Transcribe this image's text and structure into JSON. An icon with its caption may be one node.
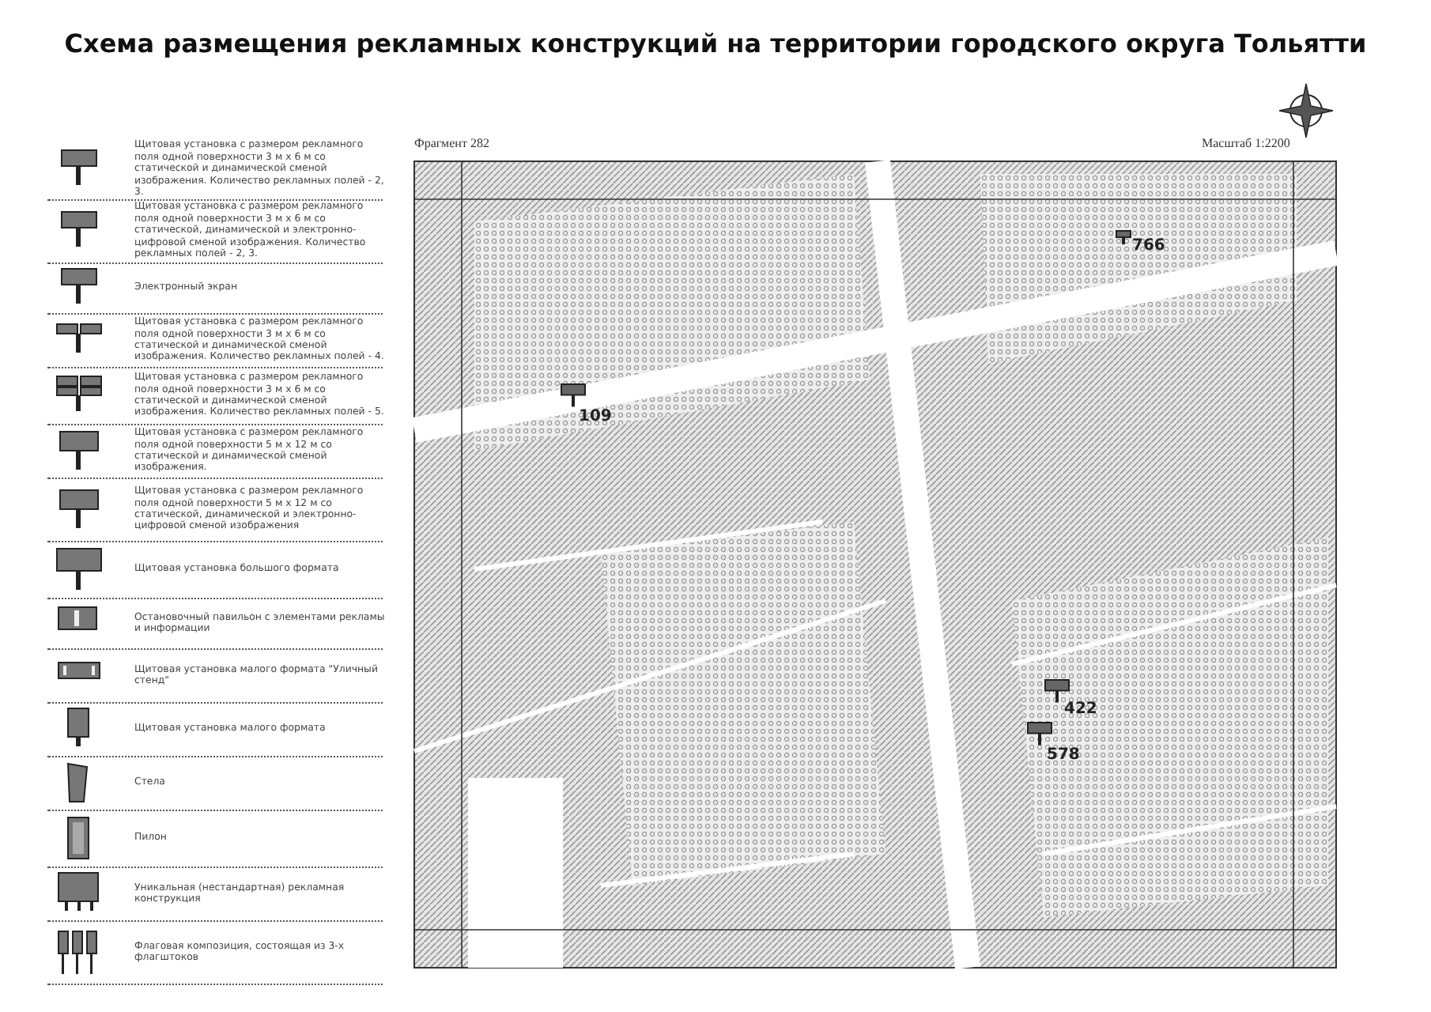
{
  "diagram": {
    "title": "Схема размещения рекламных конструкций на территории городского округа Тольятти",
    "labels": [
      "Фрагмент 282",
      "Масштаб 1:2200",
      "766",
      "109",
      "422",
      "578"
    ],
    "legend": [
      {
        "text": "Щитовая установка с размером рекламного поля одной поверхности 3 м х 6 м со статической и динамической сменой изображения. Количество рекламных полей - 2, 3."
      },
      {
        "text": "Щитовая установка с размером рекламного поля одной поверхности 3 м х 6 м со статической, динамической и электронно-цифровой сменой изображения. Количество рекламных полей - 2, 3."
      },
      {
        "text": "Электронный экран"
      },
      {
        "text": "Щитовая установка с размером рекламного поля одной поверхности 3 м х 6 м со статической и динамической сменой изображения. Количество рекламных полей - 4."
      },
      {
        "text": "Щитовая установка с размером рекламного поля одной поверхности 3 м х 6 м со статической и динамической сменой изображения. Количество рекламных полей - 5."
      },
      {
        "text": "Щитовая установка с размером рекламного поля одной поверхности 5 м х 12 м со статической и динамической сменой изображения."
      },
      {
        "text": "Щитовая установка с размером рекламного поля одной поверхности 5 м х 12 м со статической, динамической и электронно-цифровой сменой изображения"
      },
      {
        "text": "Щитовая установка большого формата"
      },
      {
        "text": "Остановочный павильон с элементами рекламы и информации"
      },
      {
        "text": "Щитовая установка малого формата \"Уличный стенд\""
      },
      {
        "text": "Щитовая установка малого формата"
      },
      {
        "text": "Стела"
      },
      {
        "text": "Пилон"
      },
      {
        "text": "Уникальная (нестандартная) рекламная конструкция"
      },
      {
        "text": "Флаговая композиция, состоящая из 3-х флагштоков"
      }
    ]
  }
}
